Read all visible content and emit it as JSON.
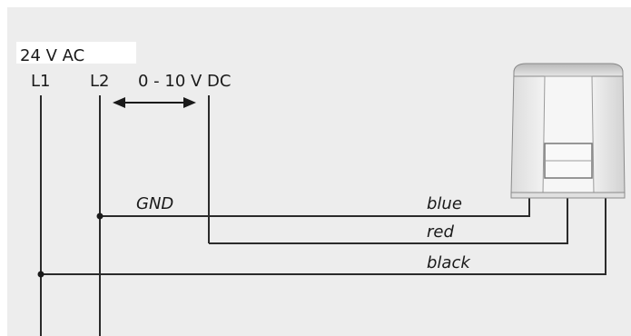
{
  "supply": {
    "title": "24 V AC",
    "l1": "L1",
    "l2": "L2",
    "signal": "0 - 10 V DC"
  },
  "wires": {
    "gnd": "GND",
    "blue": "blue",
    "red": "red",
    "black": "black"
  },
  "colors": {
    "background": "#ededed",
    "line": "#2b2b2b",
    "actuator_body": "#f4f4f4",
    "actuator_outline": "#8a8a8a"
  }
}
